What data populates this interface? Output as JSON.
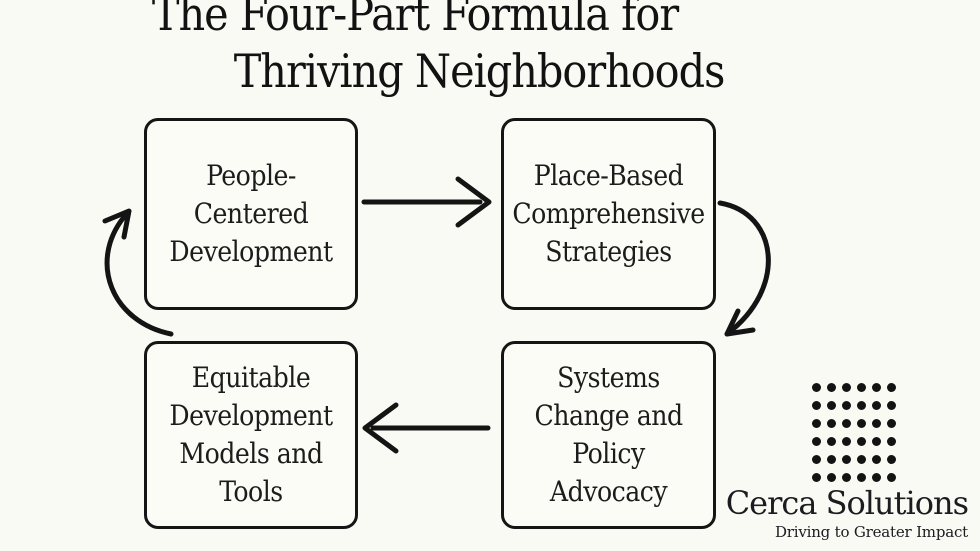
{
  "slide": {
    "title_line1": "The Four-Part Formula for",
    "title_line2": "Thriving Neighborhoods"
  },
  "boxes": [
    {
      "id": "people-centered-development",
      "label": "People-\nCentered\nDevelopment"
    },
    {
      "id": "place-based-comprehensive-strategies",
      "label": "Place-Based\nComprehensive\nStrategies"
    },
    {
      "id": "equitable-development-models-and-tools",
      "label": "Equitable\nDevelopment\nModels and\nTools"
    },
    {
      "id": "systems-change-and-policy-advocacy",
      "label": "Systems\nChange and\nPolicy\nAdvocacy"
    }
  ],
  "icons": {
    "arrow_right": "straight arrow pointing right between top boxes",
    "arrow_left": "straight arrow pointing left between bottom boxes",
    "curved_arrow_up_left": "curved arrow on left side pointing up into top-left box",
    "curved_arrow_down_right": "curved arrow on right side pointing down into bottom-right box",
    "dot_grid_logo": "square grid of black dots"
  },
  "branding": {
    "company": "Cerca Solutions",
    "tagline": "Driving to Greater Impact",
    "logo": {
      "rows": 6,
      "cols": 6
    }
  },
  "colors": {
    "background": "#fafaf5",
    "ink": "#141414",
    "box_background": "#fcfcf7",
    "box_border": "#151515",
    "brand_text": "#1b1b20"
  }
}
